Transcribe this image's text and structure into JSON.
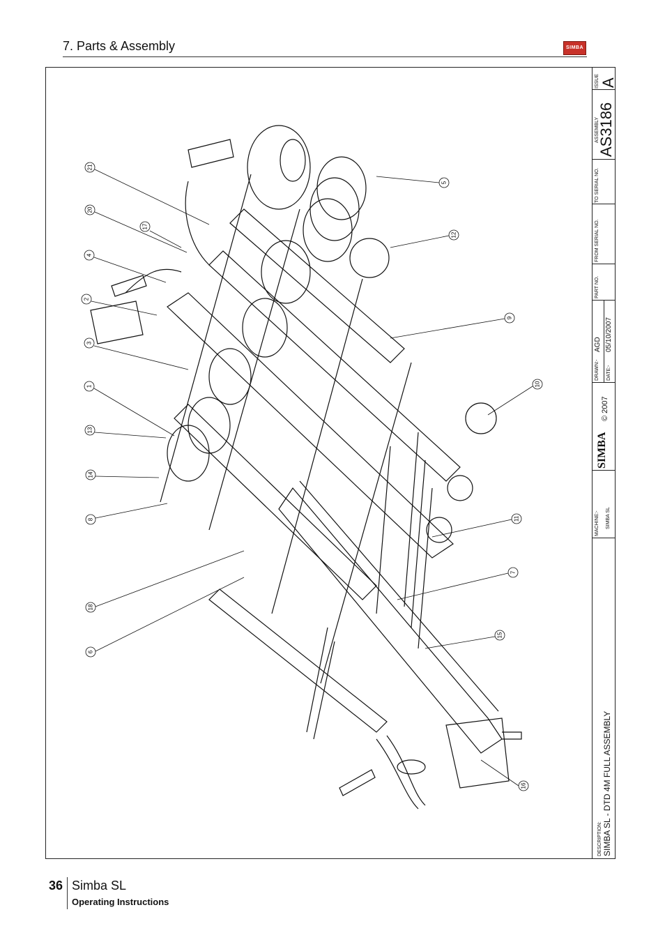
{
  "header": {
    "title": "7. Parts & Assembly",
    "logo": "SIMBA"
  },
  "titleblock": {
    "issue_label": "ISSUE",
    "issue_value": "A",
    "assembly_label": "ASSEMBLY",
    "assembly_value": "AS3186",
    "to_serial_label": "TO SERIAL NO.",
    "from_serial_label": "FROM SERIAL NO.",
    "part_no_label": "PART NO.",
    "drawn_label": "DRAWN:-",
    "drawn_value": "AGD",
    "date_label": "DATE:-",
    "date_value": "05/10/2007",
    "logo": "SIMBA",
    "copyright": "© 2007",
    "machine_label": "MACHINE:-",
    "machine_value": "SIMBA SL",
    "description_label": "DESCRIPTION:",
    "description_value": "SIMBA SL - DTD 4M FULL ASSEMBLY"
  },
  "balloons": [
    "21",
    "20",
    "17",
    "4",
    "2",
    "3",
    "1",
    "13",
    "14",
    "8",
    "18",
    "6",
    "5",
    "12",
    "9",
    "10",
    "11",
    "7",
    "15",
    "16"
  ],
  "footer": {
    "page_number": "36",
    "product": "Simba SL",
    "subtitle": "Operating Instructions"
  }
}
